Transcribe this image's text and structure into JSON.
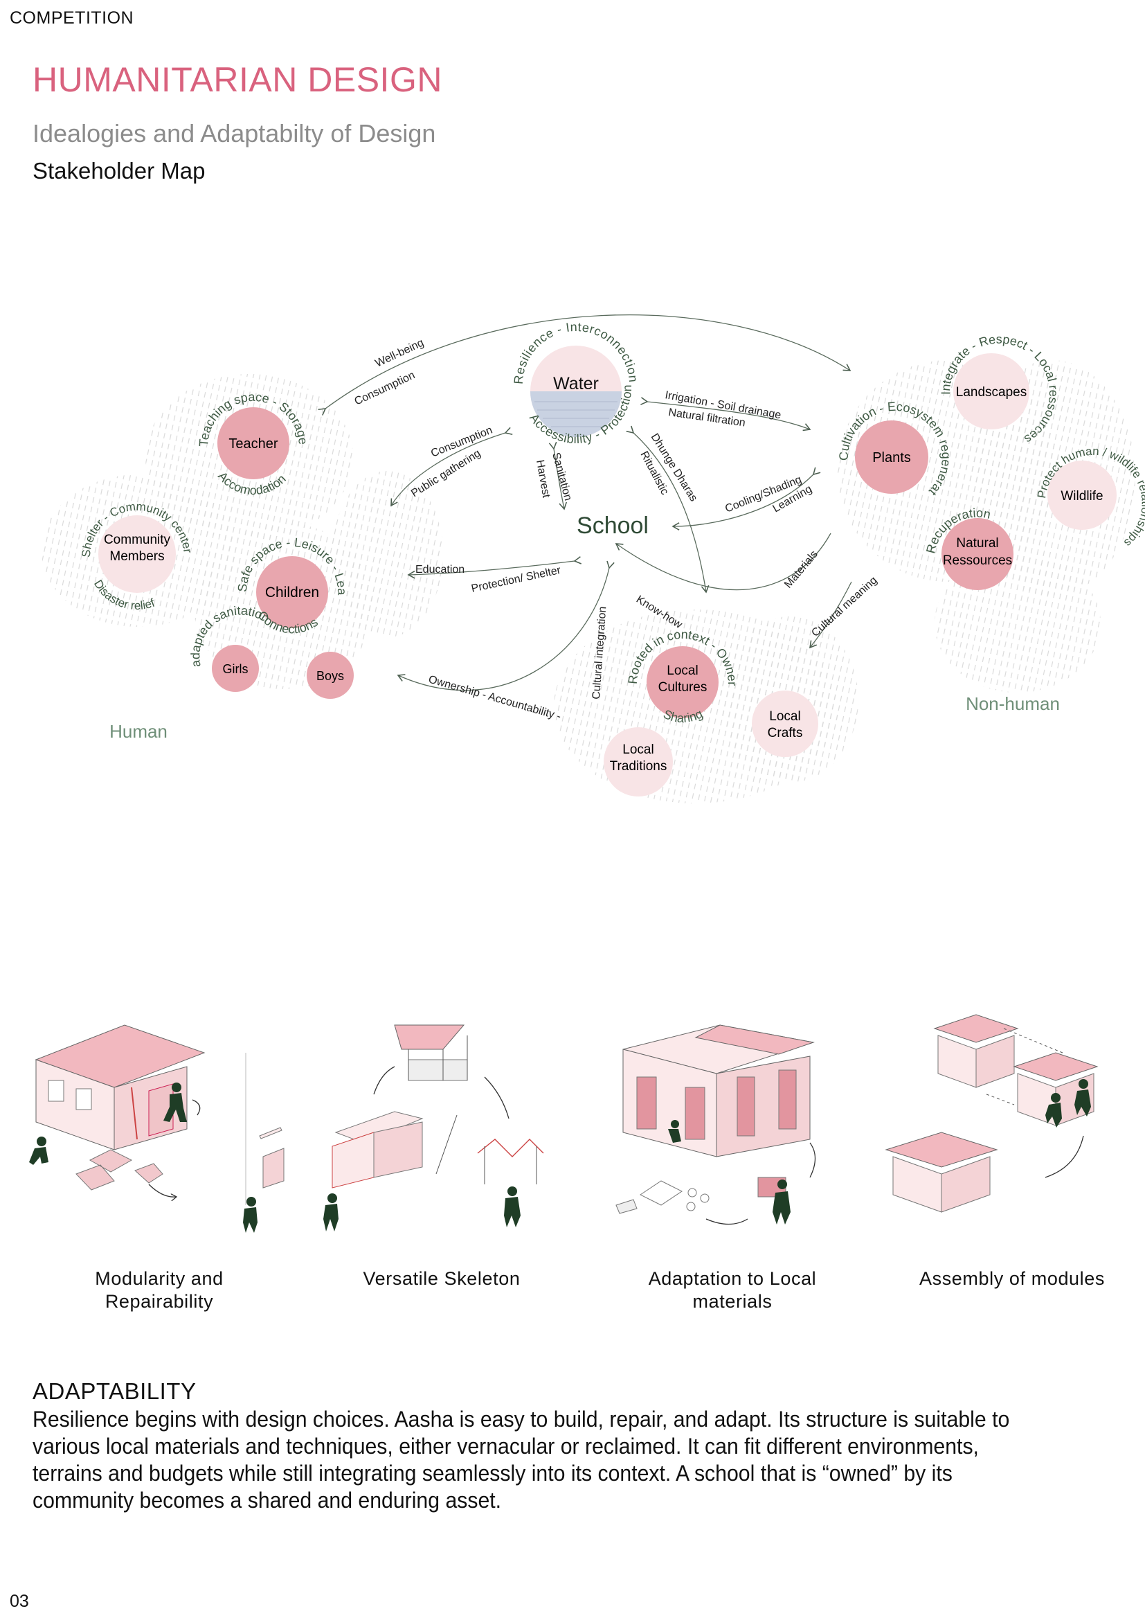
{
  "header": {
    "kicker": "COMPETITION",
    "title": "HUMANITARIAN DESIGN",
    "subtitle": "Idealogies and Adaptabilty of Design",
    "map_title": "Stakeholder Map"
  },
  "map": {
    "center": "School",
    "groups": {
      "human": "Human",
      "non_human": "Non-human"
    },
    "nodes": {
      "water": "Water",
      "teacher": "Teacher",
      "community_1": "Community",
      "community_2": "Members",
      "children": "Children",
      "girls": "Girls",
      "boys": "Boys",
      "local_cultures_1": "Local",
      "local_cultures_2": "Cultures",
      "local_traditions_1": "Local",
      "local_traditions_2": "Traditions",
      "local_crafts_1": "Local",
      "local_crafts_2": "Crafts",
      "plants": "Plants",
      "landscapes": "Landscapes",
      "wildlife": "Wildlife",
      "natural_resources_1": "Natural",
      "natural_resources_2": "Ressources"
    },
    "rings": {
      "water_top": "Resilience - Interconnection -",
      "water_bottom": "Accessibility - Protection",
      "teacher_top": "Teaching space - Storage -",
      "teacher_bottom": "Accomodation",
      "community_top": "Shelter - Community center -",
      "community_bottom": "Disaster relief",
      "children_top": "Safe space - Leisure - Learning -",
      "children_bottom": "Connections",
      "girls_arc": "adapted sanitation",
      "cultures_top": "Rooted in context - Ownership -",
      "cultures_bottom": "Sharing",
      "plants_top": "Cultivation - Ecosystem regeneration",
      "landscapes_top": "Integrate - Respect - Local ressources",
      "wildlife_top": "Protect human / wildlife relationships",
      "natural_top": "Recuperation"
    },
    "links": {
      "wellbeing": "Well-being",
      "consumption_top": "Consumption",
      "consumption": "Consumption",
      "public_gathering": "Public gathering",
      "irrigation": "Irrigation - Soil drainage",
      "natural_filtration": "Natural filtration",
      "sanitation": "Sanitation",
      "harvest": "Harvest",
      "dhunge_dharas": "Dhunge Dharas",
      "ritualistic": "Ritualistic",
      "cooling": "Cooling/Shading",
      "learning": "Learning",
      "education": "Education",
      "protection_shelter": "Protection/ Shelter",
      "materials": "Materials",
      "know_how": "Know-how",
      "cultural_meaning": "Cultural meaning",
      "cultural_integration": "Cultural integration",
      "ownership": "Ownership - Accountability -"
    }
  },
  "illustrations": [
    {
      "caption_1": "Modularity and",
      "caption_2": "Repairability"
    },
    {
      "caption_1": "Versatile Skeleton",
      "caption_2": ""
    },
    {
      "caption_1": "Adaptation to Local",
      "caption_2": "materials"
    },
    {
      "caption_1": "Assembly of modules",
      "caption_2": ""
    }
  ],
  "adaptability": {
    "heading": "ADAPTABILITY",
    "body": "Resilience begins with design choices. Aasha is easy to build, repair, and adapt. Its structure is suitable to various local materials and techniques, either vernacular or reclaimed. It can fit different environments, terrains and budgets while still integrating seamlessly into its context. A school that is “owned” by its community becomes a shared and enduring asset."
  },
  "footer": {
    "page_number": "03"
  },
  "colors": {
    "accent_pink": "#d9627e",
    "node_fill": "#e8a6ae",
    "node_fill_light": "#f8e4e6",
    "green_dark": "#2c4a2e",
    "group_label": "#6f8f78"
  }
}
